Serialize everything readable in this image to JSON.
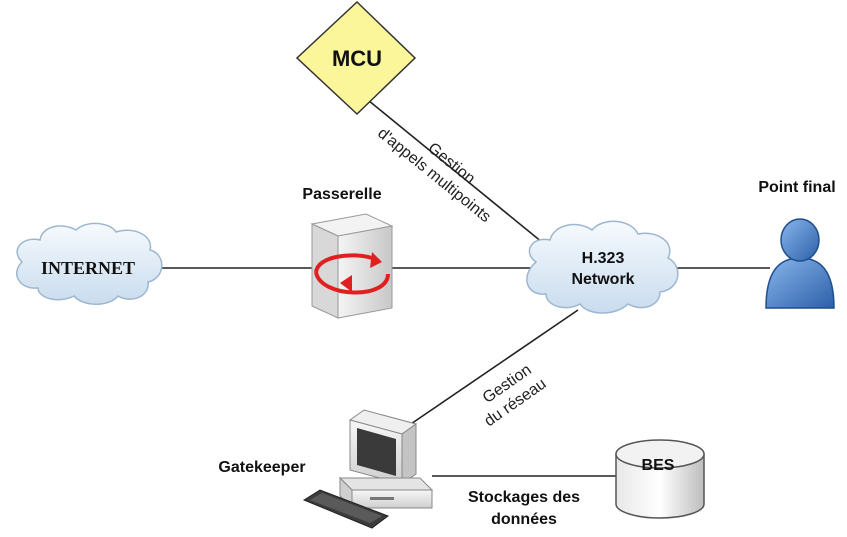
{
  "nodes": {
    "mcu": "MCU",
    "internet": "INTERNET",
    "passerelle": "Passerelle",
    "network_line1": "H.323",
    "network_line2": "Network",
    "endpoint": "Point final",
    "gatekeeper": "Gatekeeper",
    "database": "BES"
  },
  "edge_labels": {
    "mcu_line1": "Gestion",
    "mcu_line2": "d'appels multipoints",
    "gk_line1": "Gestion",
    "gk_line2": "du réseau",
    "storage_line1": "Stockages des",
    "storage_line2": "données"
  },
  "colors": {
    "mcu_fill": "#fbf69a",
    "cloud_fill": "#dbe7f2",
    "person_fill": "#3f78c2",
    "server_arrow": "#e02020"
  }
}
